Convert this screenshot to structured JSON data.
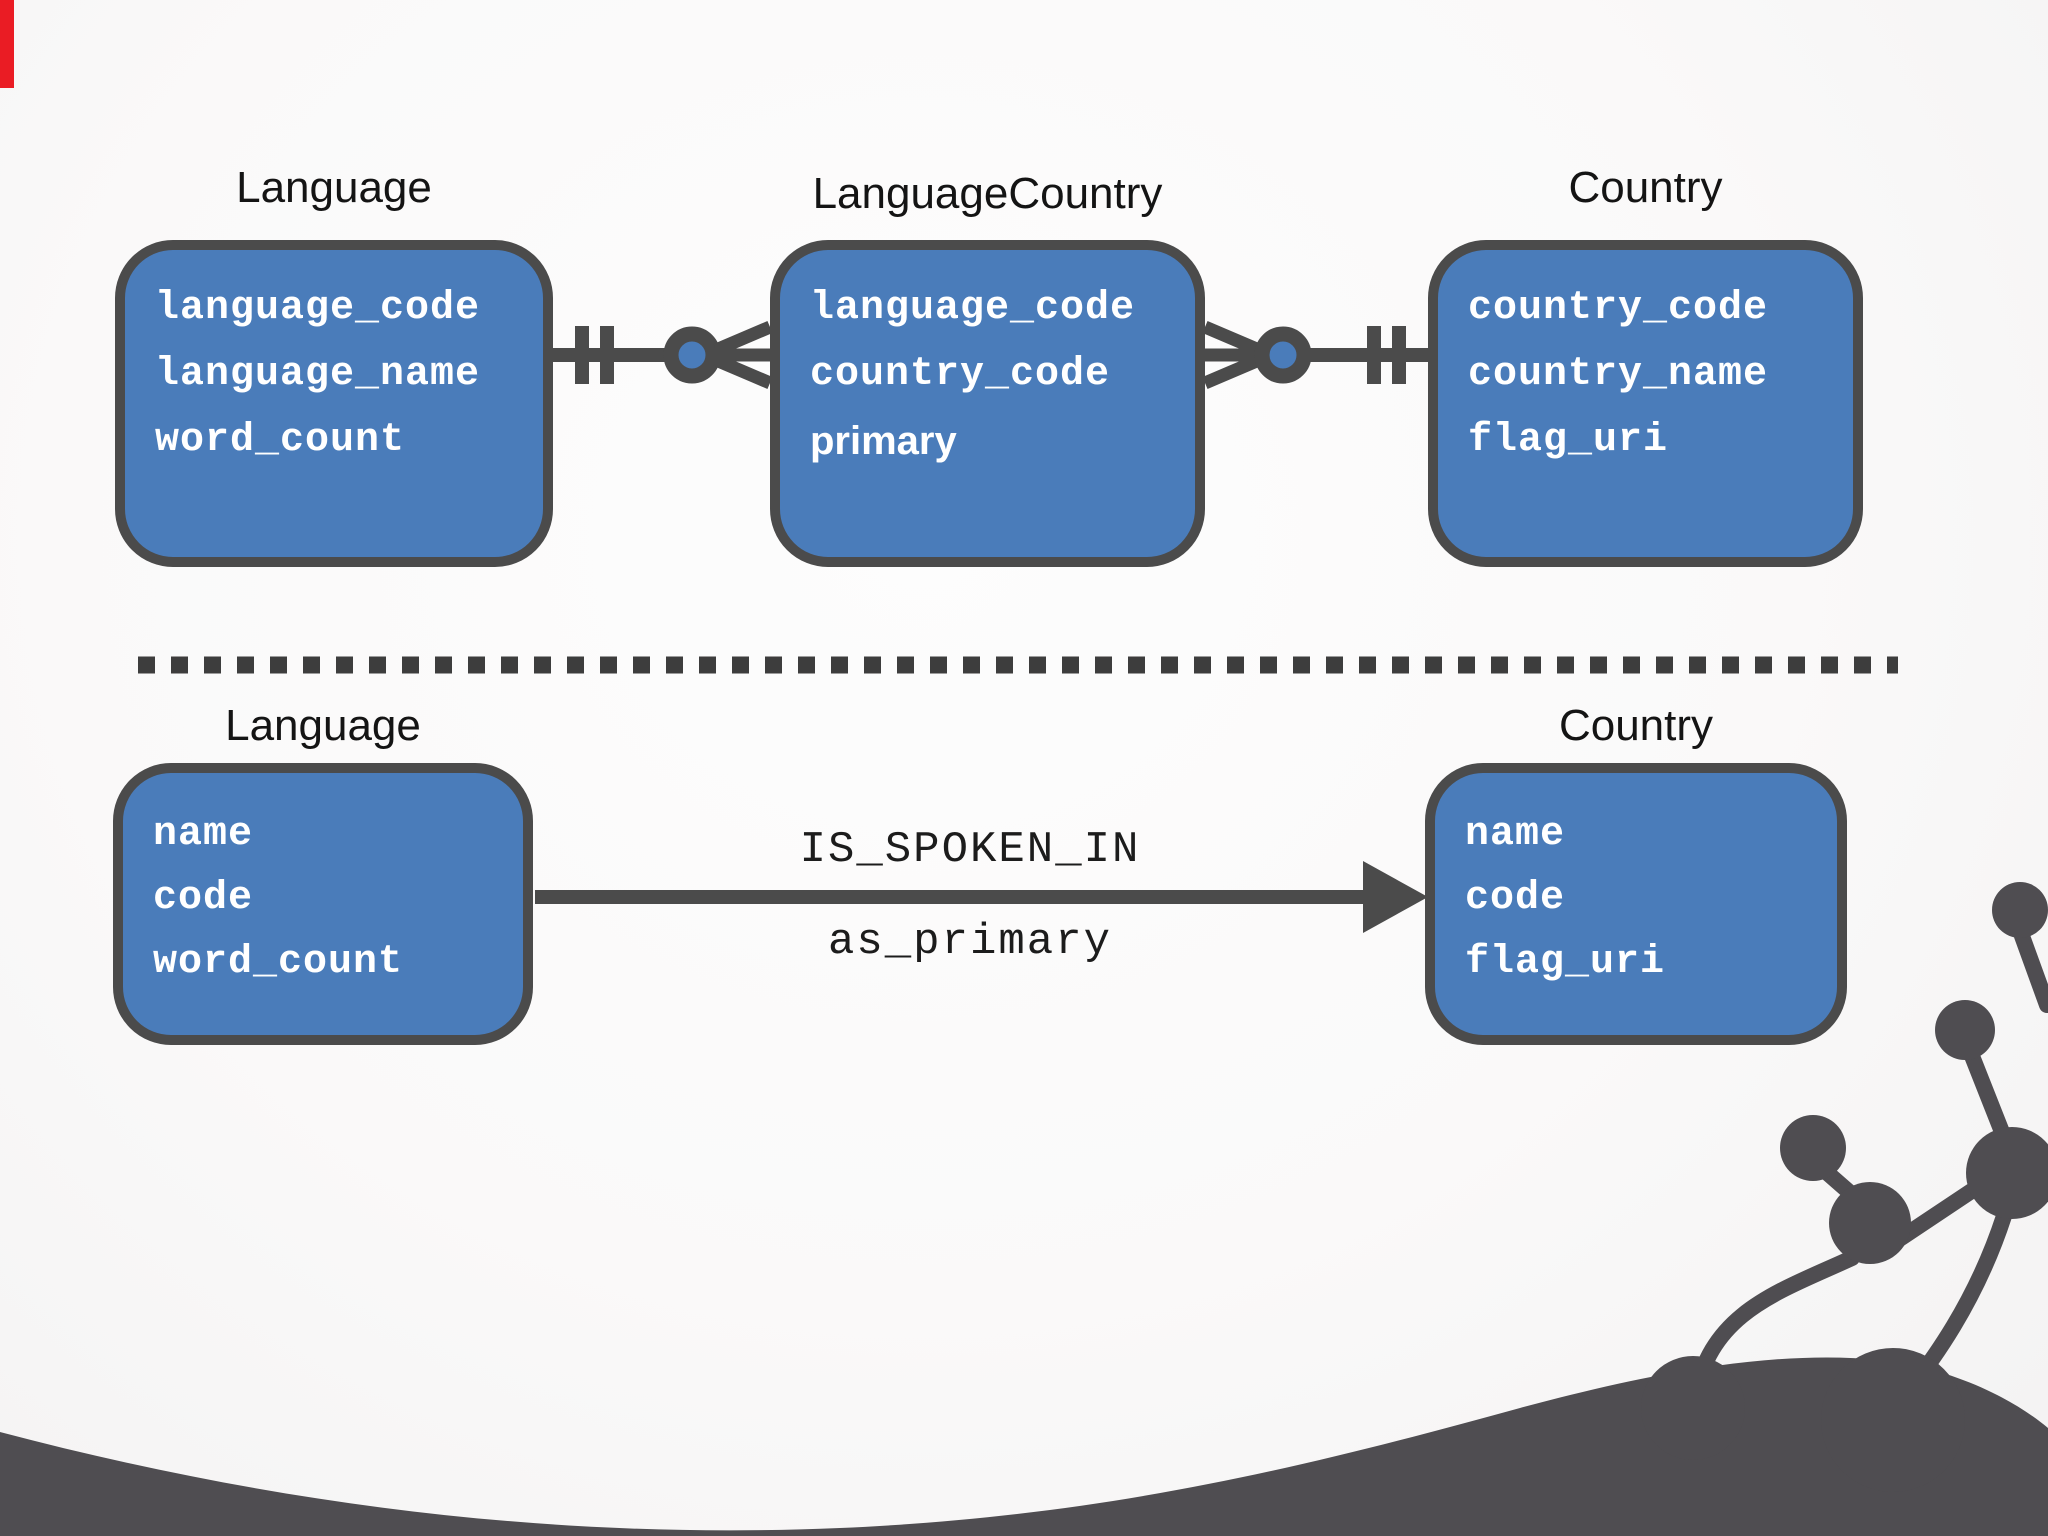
{
  "relational": {
    "entities": [
      {
        "title": "Language",
        "fields": [
          "language_code",
          "language_name",
          "word_count"
        ]
      },
      {
        "title": "LanguageCountry",
        "fields": [
          "language_code",
          "country_code"
        ],
        "property": "primary"
      },
      {
        "title": "Country",
        "fields": [
          "country_code",
          "country_name",
          "flag_uri"
        ]
      }
    ]
  },
  "graph": {
    "nodes": [
      {
        "title": "Language",
        "fields": [
          "name",
          "code",
          "word_count"
        ]
      },
      {
        "title": "Country",
        "fields": [
          "name",
          "code",
          "flag_uri"
        ]
      }
    ],
    "relationship": {
      "name": "IS_SPOKEN_IN",
      "property": "as_primary"
    }
  },
  "colors": {
    "entity_fill": "#4a7cba",
    "entity_border": "#4b4b4b",
    "connector": "#4b4b4b",
    "divider": "#3d3d3d",
    "decoration_gray": "#4f4d51",
    "background": "#faf9f9",
    "corner_accent": "#ea1c24",
    "field_text": "#ffffff",
    "title_text": "#141414"
  }
}
